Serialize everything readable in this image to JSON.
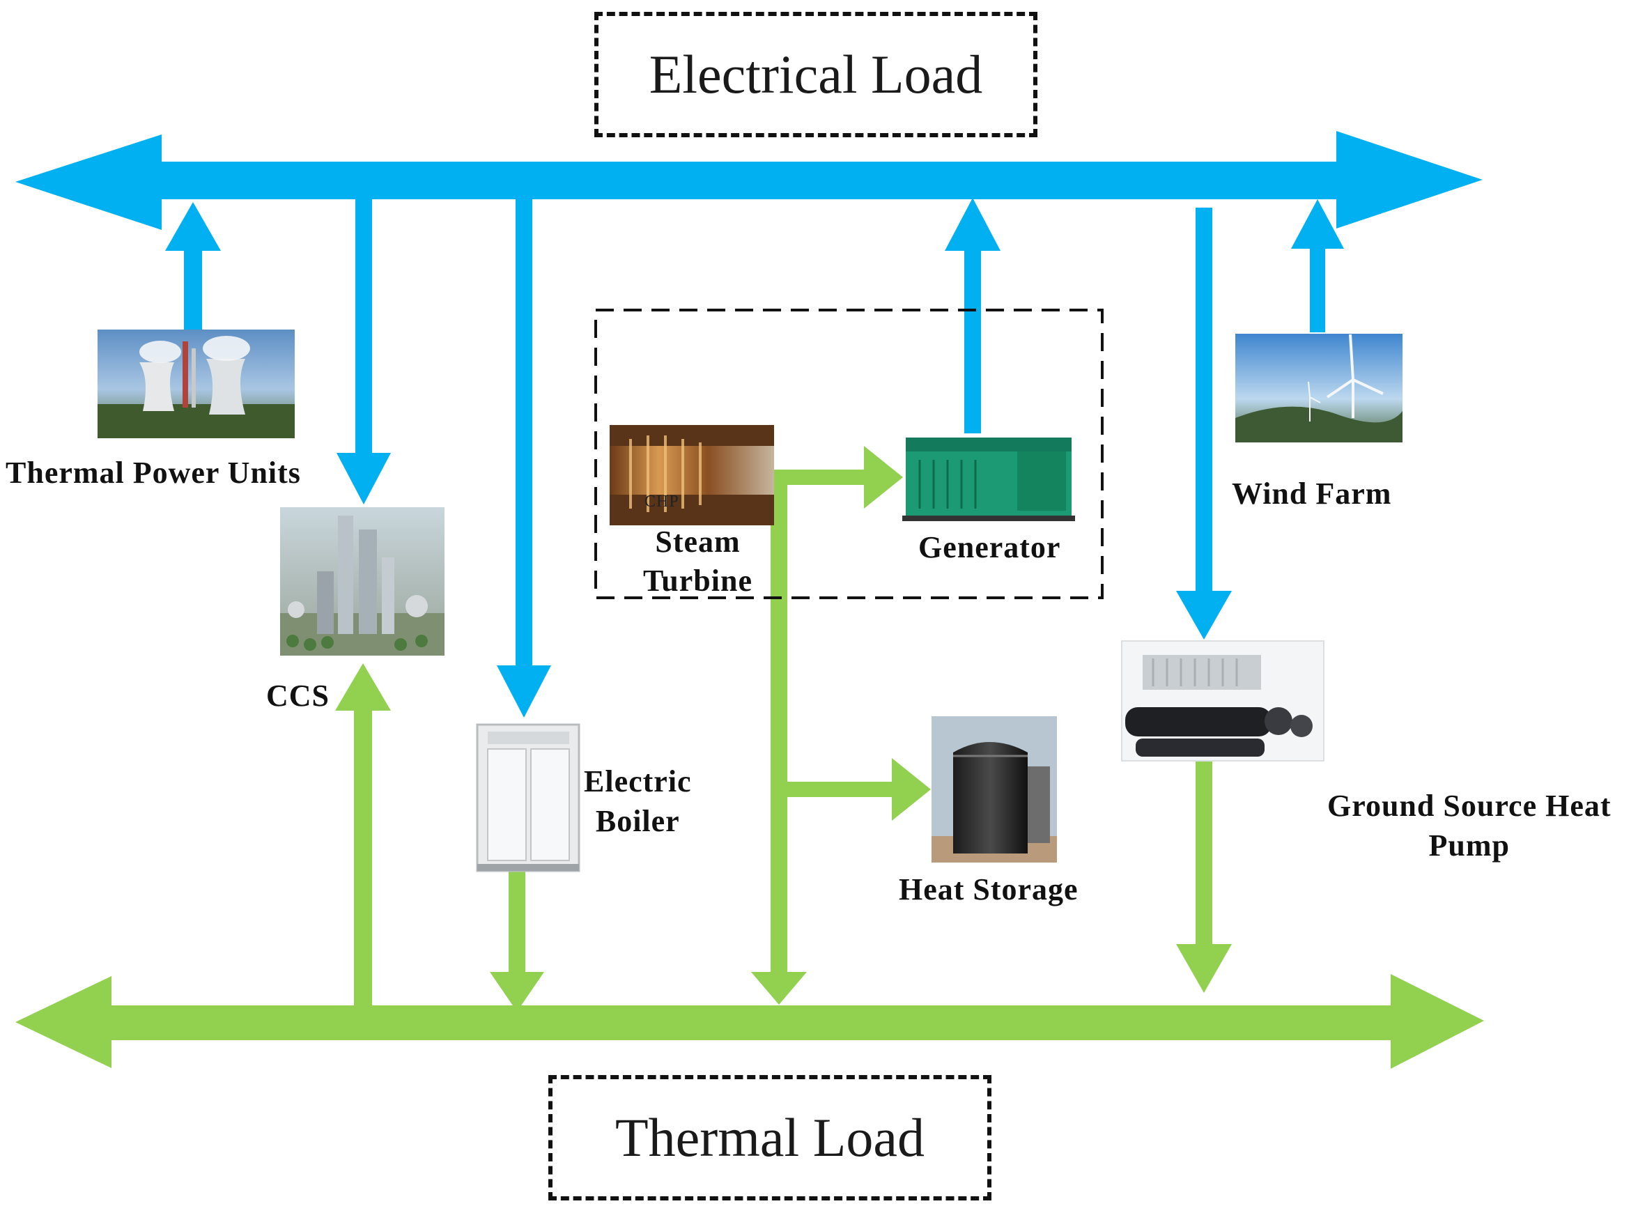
{
  "loads": {
    "electrical": "Electrical Load",
    "thermal": "Thermal Load"
  },
  "components": {
    "thermal_power_units": "Thermal Power Units",
    "ccs": "CCS",
    "electric_boiler": "Electric\nBoiler",
    "steam_turbine": "Steam\nTurbine",
    "chp_tag": "CHP",
    "generator": "Generator",
    "heat_storage": "Heat Storage",
    "wind_farm": "Wind Farm",
    "gshp": "Ground Source Heat\nPump"
  },
  "colors": {
    "electric_flow": "#00b0f0",
    "thermal_flow": "#92d050"
  }
}
